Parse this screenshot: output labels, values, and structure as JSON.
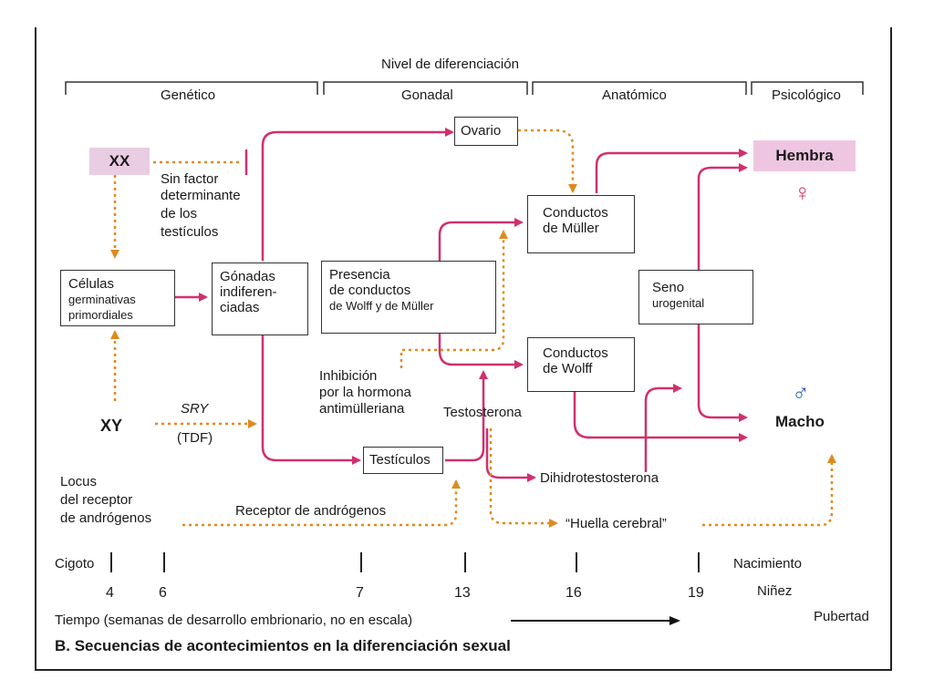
{
  "header": {
    "title": "Nivel de diferenciación",
    "levels": [
      "Genético",
      "Gonadal",
      "Anatómico",
      "Psicológico"
    ]
  },
  "nodes": {
    "xx": "XX",
    "xy": "XY",
    "sin_factor": [
      "Sin factor",
      "determinante",
      "de los",
      "testículos"
    ],
    "celulas": [
      "Células",
      "germinativas",
      "primordiales"
    ],
    "gonadas": [
      "Gónadas",
      "indiferen-",
      "ciadas"
    ],
    "ovario": "Ovario",
    "presencia": [
      "Presencia",
      "de conductos",
      "de Wolff y de Müller"
    ],
    "inhibicion": [
      "Inhibición",
      "por la hormona",
      "antimülleriana"
    ],
    "testosterona": "Testosterona",
    "testiculos": "Testículos",
    "conductos_muller": [
      "Conductos",
      "de Müller"
    ],
    "conductos_wolff": [
      "Conductos",
      "de Wolff"
    ],
    "seno": [
      "Seno",
      "urogenital"
    ],
    "hembra": "Hembra",
    "macho": "Macho",
    "female_symbol": "♀",
    "male_symbol": "♂",
    "sry": "SRY",
    "tdf": "(TDF)",
    "locus": [
      "Locus",
      "del receptor",
      "de andrógenos"
    ],
    "receptor": "Receptor de andrógenos",
    "dihidro": "Dihidrotestosterona",
    "huella": "“Huella cerebral”"
  },
  "timeline": {
    "cigoto": "Cigoto",
    "weeks": [
      "4",
      "6",
      "7",
      "13",
      "16",
      "19"
    ],
    "nacimiento": "Nacimiento",
    "ninez": "Niñez",
    "pubertad": "Pubertad",
    "axis_label": "Tiempo (semanas de desarrollo embrionario, no en escala)"
  },
  "caption": "B. Secuencias de acontecimientos en la diferenciación sexual",
  "colors": {
    "magenta_arrow": "#d0306e",
    "orange_dotted": "#e08a1e",
    "hembra_bg": "#efc6e2",
    "xx_bg": "#e9cde2"
  }
}
